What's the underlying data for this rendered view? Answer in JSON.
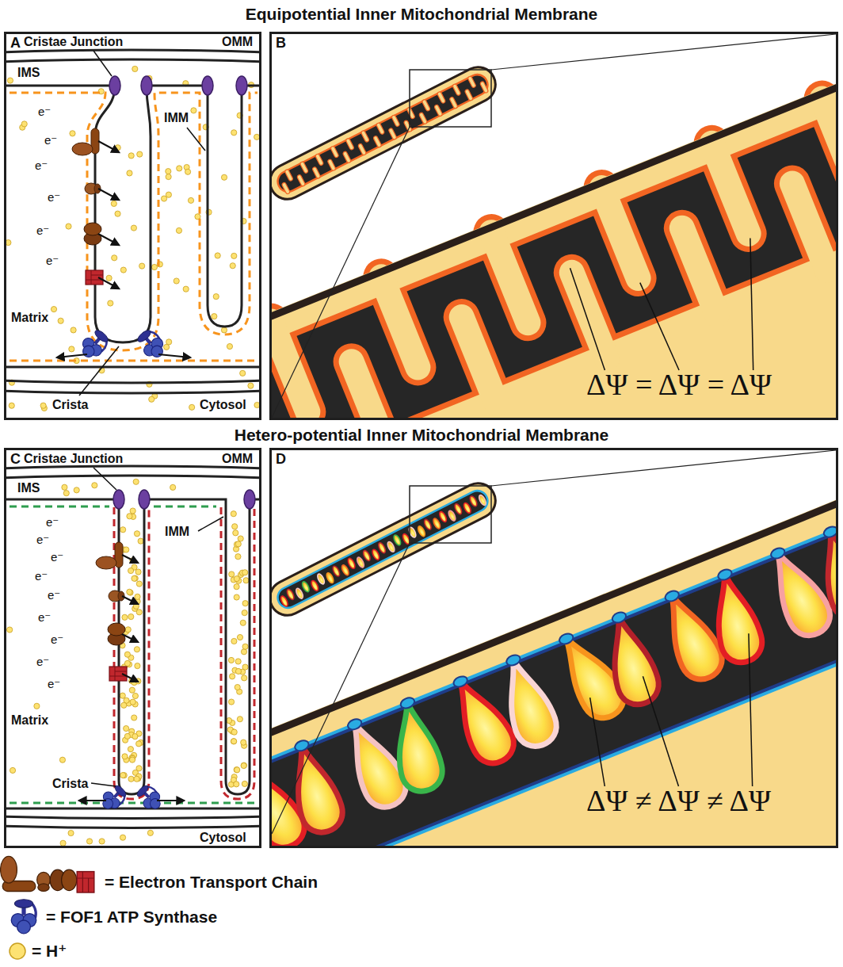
{
  "diagram": {
    "nodes": [
      {
        "text": [
          "A"
        ]
      },
      {
        "text": [
          "B"
        ]
      },
      {
        "text": [
          "C"
        ]
      },
      {
        "text": [
          "D"
        ]
      }
    ],
    "labels": [
      "Equipotential Inner Mitochondrial Membrane",
      "Cristae Junction",
      "OMM",
      "IMS",
      "IMM",
      "e⁻",
      "e⁻",
      "e⁻",
      "e⁻",
      "e⁻",
      "e⁻",
      "Matrix",
      "Crista",
      "Cytosol",
      "ΔΨ = ΔΨ = ΔΨ",
      "Hetero-potential Inner Mitochondrial Membrane",
      "Cristae Junction",
      "OMM",
      "IMS",
      "IMM",
      "e⁻",
      "e⁻",
      "e⁻",
      "e⁻",
      "e⁻",
      "e⁻",
      "e⁻",
      "e⁻",
      "e⁻",
      "Matrix",
      "Crista",
      "Cytosol",
      "ΔΨ ≠ ΔΨ ≠ ΔΨ"
    ],
    "legend": [
      {
        "text": "= Electron Transport Chain"
      },
      {
        "text": "= FOF1 ATP Synthase"
      },
      {
        "text": "= H⁺"
      }
    ]
  }
}
